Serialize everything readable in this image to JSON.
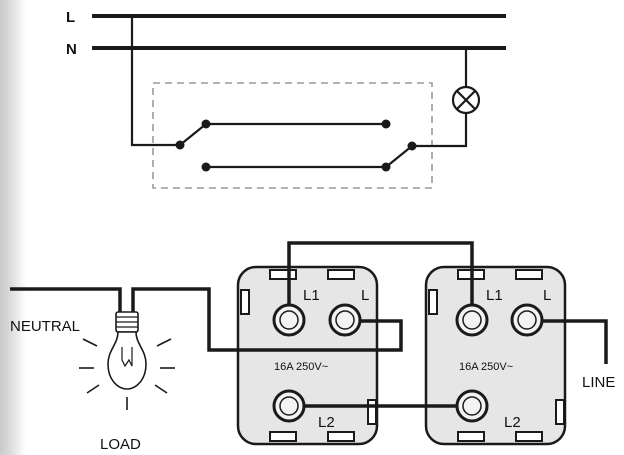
{
  "schematic": {
    "rail_live": "L",
    "rail_neutral": "N"
  },
  "wiring": {
    "neutral_label": "NEUTRAL",
    "load_label": "LOAD",
    "line_label": "LINE"
  },
  "switches": [
    {
      "terminal_l1": "L1",
      "terminal_l": "L",
      "terminal_l2": "L2",
      "rating": "16A 250V~"
    },
    {
      "terminal_l1": "L1",
      "terminal_l": "L",
      "terminal_l2": "L2",
      "rating": "16A 250V~"
    }
  ],
  "colors": {
    "wire": "#1a1a1a",
    "switch_body": "#e6e6e6",
    "dashed_box": "#9a9a9a"
  }
}
